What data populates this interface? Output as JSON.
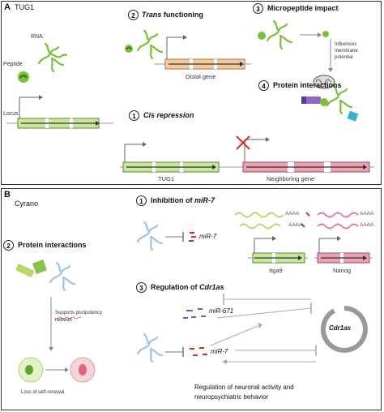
{
  "panelA": {
    "letter": "A",
    "name": "TUG1",
    "rna": "RNA",
    "peptide": "Peptide",
    "locus": "Locus",
    "s1": {
      "num": "1",
      "title": "Cis repression",
      "gene1": "TUG1",
      "gene2": "Neighboring gene"
    },
    "s2": {
      "num": "2",
      "title_it": "Trans",
      "title_rest": "functioning",
      "gene": "Distal gene"
    },
    "s3": {
      "num": "3",
      "title": "Micropeptide impact",
      "note1": "Influences",
      "note2": "membrane",
      "note3": "potential"
    },
    "s4": {
      "num": "4",
      "title": "Protein interactions"
    }
  },
  "panelB": {
    "letter": "B",
    "name": "Cyrano",
    "s1": {
      "num": "1",
      "title_pre": "Inhibition of",
      "title_it": "miR-7",
      "mir": "miR-7",
      "polyA1": "AAAA",
      "polyA2": "AAAA",
      "polyA3": "AAAA",
      "polyA4": "AAAA",
      "gene1": "Itga9",
      "gene2": "Nanog"
    },
    "s2": {
      "num": "2",
      "title": "Protein interactions",
      "supports1": "Supports pluripotency",
      "supports2": "network",
      "loss": "Loss of self-renewal"
    },
    "s3": {
      "num": "3",
      "title_pre": "Regulation of",
      "title_it": "Cdr1as",
      "mir671": "miR-671",
      "mir7": "miR-7",
      "circ": "Cdr1as"
    },
    "footer1": "Regulation of neuronal activity and",
    "footer2": "neuropsychiatric behavior"
  },
  "colors": {
    "green": "#7cbf3a",
    "lightgreen": "#c8e6a0",
    "pink": "#d98a9b",
    "orange": "#f5c9a0",
    "blue": "#9ec4e6",
    "red": "#d43030"
  }
}
